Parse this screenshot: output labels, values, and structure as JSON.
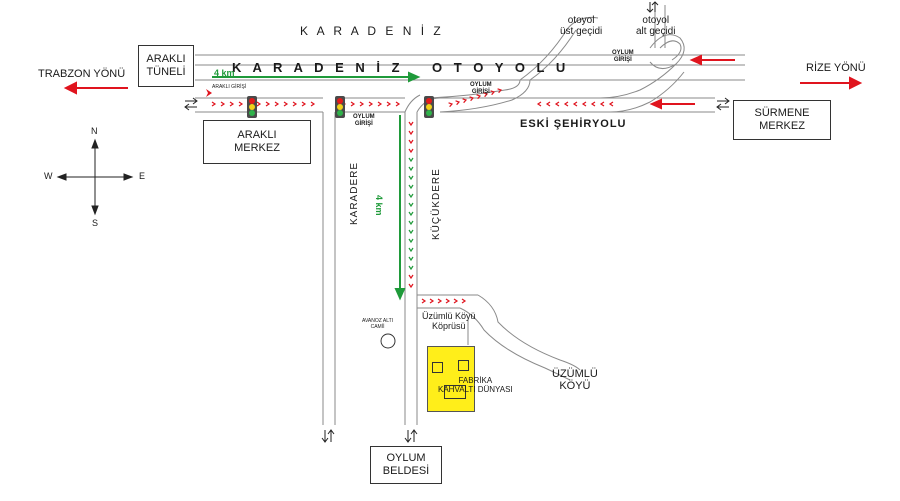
{
  "sea": {
    "label": "K A R A D E N İ Z"
  },
  "motorway": {
    "label_left": "K A R A D E N İ Z",
    "label_right": "O T O Y O L U"
  },
  "old_road": {
    "label": "ESKİ ŞEHİRYOLU"
  },
  "directions": {
    "trabzon": "TRABZON YÖNÜ",
    "rize": "RİZE YÖNÜ"
  },
  "interchange": {
    "upper": [
      "otoyol",
      "üst geçidi"
    ],
    "lower": [
      "otoyol",
      "alt geçidi"
    ]
  },
  "places": {
    "arakli_tunnel": [
      "ARAKLI",
      "TÜNELİ"
    ],
    "arakli_center": [
      "ARAKLI",
      "MERKEZ"
    ],
    "surmene": [
      "SÜRMENE",
      "MERKEZ"
    ],
    "oylum_belde": [
      "OYLUM",
      "BELDESİ"
    ],
    "uzumlu_koy": [
      "ÜZÜMLÜ",
      "KÖYÜ"
    ]
  },
  "small_labels": {
    "arakli_giris": "ARAKLI GİRİŞİ",
    "oylum_giris_main": [
      "OYLUM",
      "GİRİŞİ"
    ],
    "oylum_giris_mid": [
      "OYLUM",
      "GİRİŞİ"
    ],
    "oylum_giris_top": [
      "OYLUM",
      "GİRİŞİ"
    ],
    "bridge": [
      "Üzümlü Köyü",
      "Köprüsü"
    ],
    "mosque": [
      "AVANOZ ALTI",
      "CAMİİ"
    ],
    "factory": [
      "FABRİKA",
      "KAHVALTI DÜNYASI"
    ]
  },
  "streets": {
    "karadere": "KARADERE",
    "kucukdere": "KÜÇÜKDERE"
  },
  "distances": {
    "horizontal": "4 km",
    "vertical": "4 km"
  },
  "compass": {
    "n": "N",
    "s": "S",
    "e": "E",
    "w": "W"
  },
  "colors": {
    "road": "#8a8a8a",
    "route_red": "#e0141e",
    "route_green": "#1f9a3a",
    "factory": "#ffee1a",
    "light_red": "#e31b1b",
    "light_yellow": "#f2d21a",
    "light_green": "#2fb24a"
  }
}
